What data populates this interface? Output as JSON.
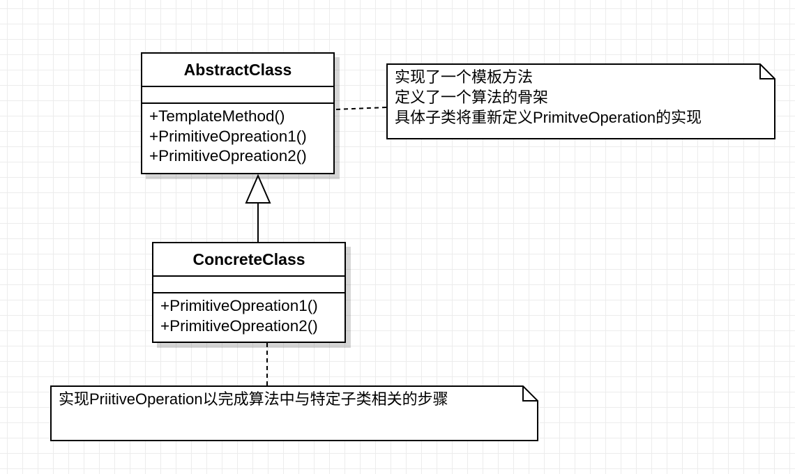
{
  "abstract_class": {
    "name": "AbstractClass",
    "operations": [
      "+TemplateMethod()",
      "+PrimitiveOpreation1()",
      "+PrimitiveOpreation2()"
    ]
  },
  "concrete_class": {
    "name": "ConcreteClass",
    "operations": [
      "+PrimitiveOpreation1()",
      "+PrimitiveOpreation2()"
    ]
  },
  "notes": {
    "abstract_note": [
      "实现了一个模板方法",
      "定义了一个算法的骨架",
      "具体子类将重新定义PrimitveOperation的实现"
    ],
    "concrete_note": [
      "实现PriitiveOperation以完成算法中与特定子类相关的步骤"
    ]
  }
}
